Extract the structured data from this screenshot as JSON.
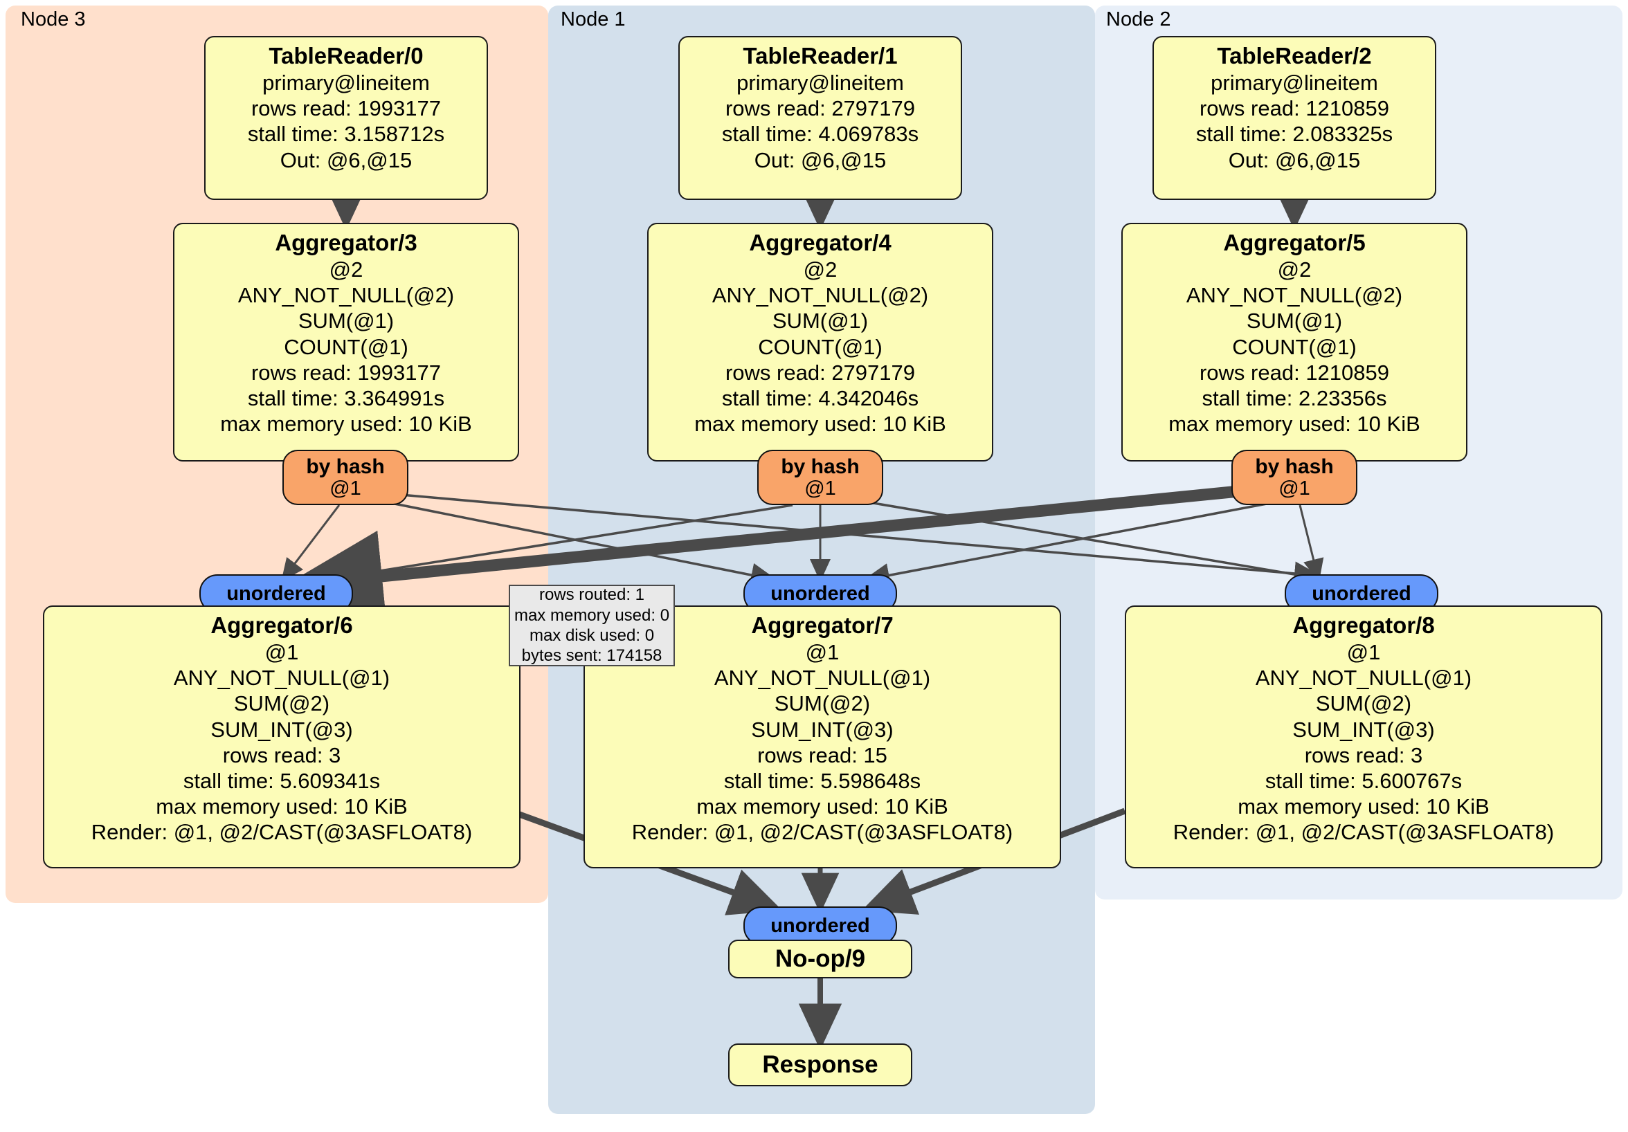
{
  "diagram": {
    "type": "distributed-query-execution-plan",
    "clusters": [
      {
        "label": "Node 3",
        "color": "#FFE0CC"
      },
      {
        "label": "Node 1",
        "color": "#D3E0EC"
      },
      {
        "label": "Node 2",
        "color": "#E8EFF8"
      }
    ]
  },
  "nodes": {
    "table_reader_0": {
      "title": "TableReader/0",
      "lines": [
        "primary@lineitem",
        "rows read: 1993177",
        "stall time: 3.158712s",
        "Out: @6,@15"
      ]
    },
    "table_reader_1": {
      "title": "TableReader/1",
      "lines": [
        "primary@lineitem",
        "rows read: 2797179",
        "stall time: 4.069783s",
        "Out: @6,@15"
      ]
    },
    "table_reader_2": {
      "title": "TableReader/2",
      "lines": [
        "primary@lineitem",
        "rows read: 1210859",
        "stall time: 2.083325s",
        "Out: @6,@15"
      ]
    },
    "aggregator_3": {
      "title": "Aggregator/3",
      "lines": [
        "@2",
        "ANY_NOT_NULL(@2)",
        "SUM(@1)",
        "COUNT(@1)",
        "rows read: 1993177",
        "stall time: 3.364991s",
        "max memory used: 10 KiB"
      ]
    },
    "aggregator_4": {
      "title": "Aggregator/4",
      "lines": [
        "@2",
        "ANY_NOT_NULL(@2)",
        "SUM(@1)",
        "COUNT(@1)",
        "rows read: 2797179",
        "stall time: 4.342046s",
        "max memory used: 10 KiB"
      ]
    },
    "aggregator_5": {
      "title": "Aggregator/5",
      "lines": [
        "@2",
        "ANY_NOT_NULL(@2)",
        "SUM(@1)",
        "COUNT(@1)",
        "rows read: 1210859",
        "stall time: 2.23356s",
        "max memory used: 10 KiB"
      ]
    },
    "aggregator_6": {
      "title": "Aggregator/6",
      "lines": [
        "@1",
        "ANY_NOT_NULL(@1)",
        "SUM(@2)",
        "SUM_INT(@3)",
        "rows read: 3",
        "stall time: 5.609341s",
        "max memory used: 10 KiB",
        "Render: @1, @2/CAST(@3ASFLOAT8)"
      ]
    },
    "aggregator_7": {
      "title": "Aggregator/7",
      "lines": [
        "@1",
        "ANY_NOT_NULL(@1)",
        "SUM(@2)",
        "SUM_INT(@3)",
        "rows read: 15",
        "stall time: 5.598648s",
        "max memory used: 10 KiB",
        "Render: @1, @2/CAST(@3ASFLOAT8)"
      ]
    },
    "aggregator_8": {
      "title": "Aggregator/8",
      "lines": [
        "@1",
        "ANY_NOT_NULL(@1)",
        "SUM(@2)",
        "SUM_INT(@3)",
        "rows read: 3",
        "stall time: 5.600767s",
        "max memory used: 10 KiB",
        "Render: @1, @2/CAST(@3ASFLOAT8)"
      ]
    },
    "noop_9": {
      "title": "No-op/9"
    },
    "response": {
      "title": "Response"
    }
  },
  "routers": {
    "by_hash_left": {
      "label": "by hash",
      "column": "@1"
    },
    "by_hash_center": {
      "label": "by hash",
      "column": "@1"
    },
    "by_hash_right": {
      "label": "by hash",
      "column": "@1"
    }
  },
  "receivers": {
    "unordered_left": {
      "label": "unordered"
    },
    "unordered_center": {
      "label": "unordered"
    },
    "unordered_right": {
      "label": "unordered"
    },
    "unordered_final": {
      "label": "unordered"
    }
  },
  "stats_box": {
    "lines": [
      "rows routed: 1",
      "max memory used: 0",
      "max disk used: 0",
      "bytes sent: 174158"
    ]
  },
  "colors": {
    "node_fill": "#FCFCB8",
    "node_border": "#1a1a1a",
    "router_fill": "#F9A469",
    "receiver_fill": "#6699FB",
    "edge": "#4a4a4a",
    "cluster_node3": "#FFE0CC",
    "cluster_node1": "#D3E0EC",
    "cluster_node2": "#E8EFF8",
    "stats_fill": "#E9E9E9"
  }
}
